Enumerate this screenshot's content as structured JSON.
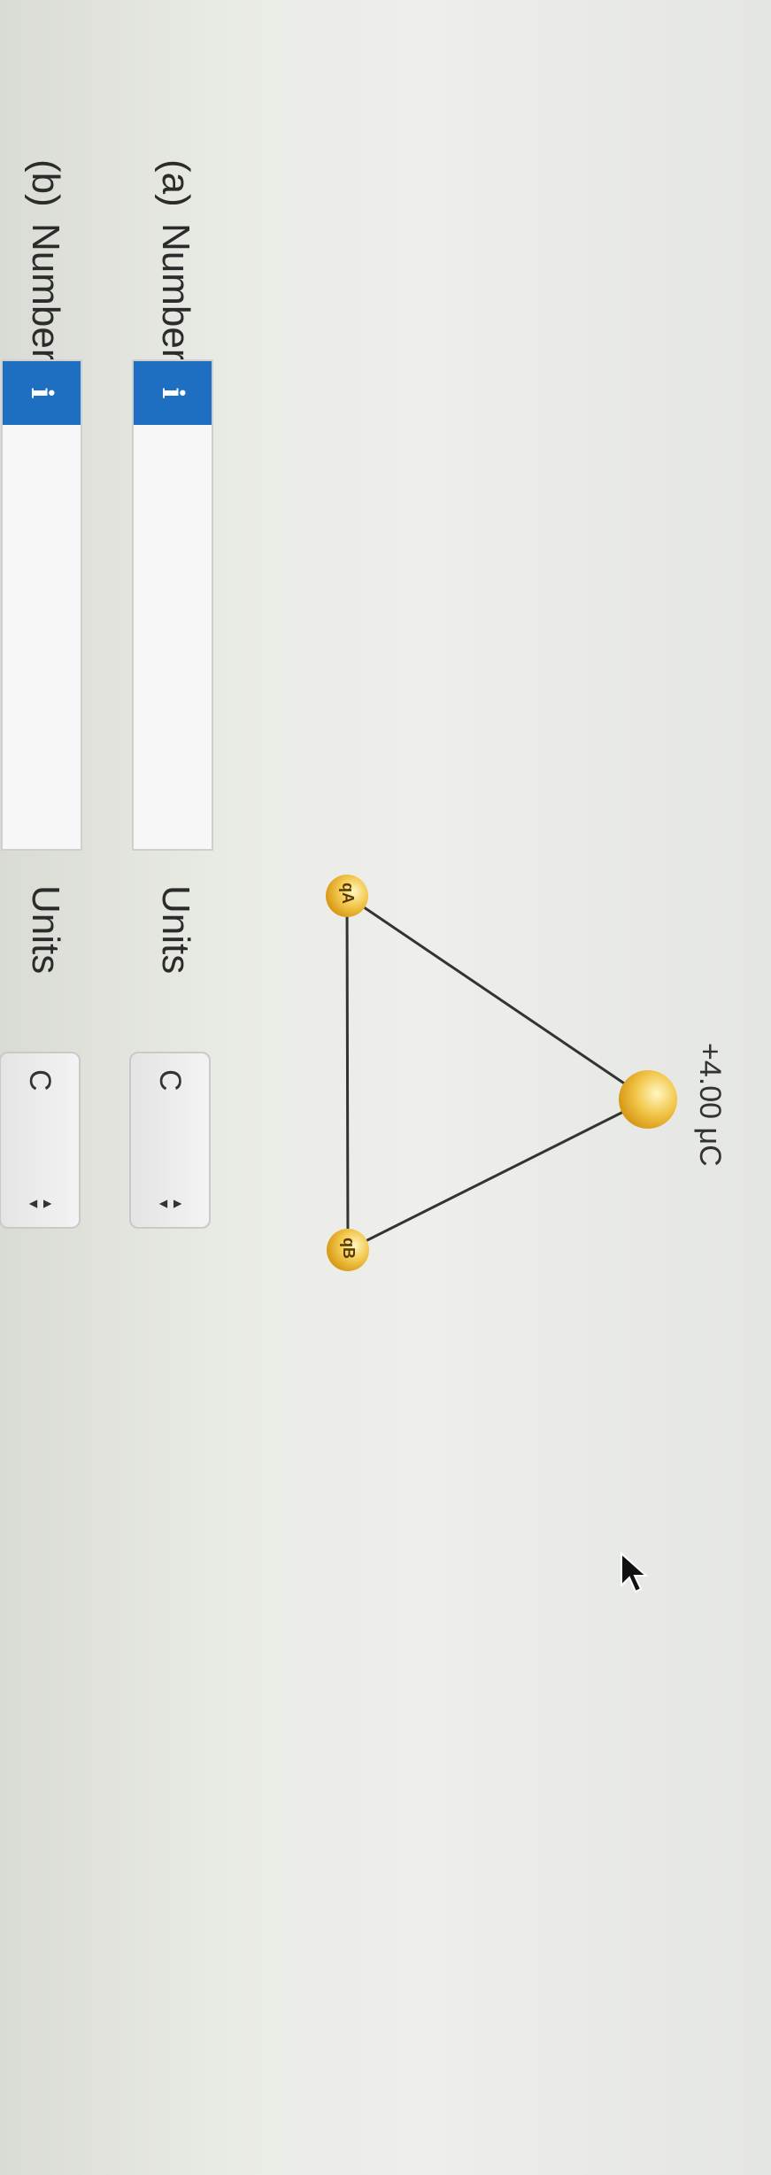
{
  "diagram": {
    "top_charge_label": "+4.00 μC",
    "charge_a_label": "qA",
    "charge_b_label": "qB"
  },
  "questions": [
    {
      "part_label": "(a)",
      "number_label": "Number",
      "info_glyph": "i",
      "number_value": "",
      "units_label": "Units",
      "units_value": "C"
    },
    {
      "part_label": "(b)",
      "number_label": "Number",
      "info_glyph": "i",
      "number_value": "",
      "units_label": "Units",
      "units_value": "C"
    }
  ]
}
